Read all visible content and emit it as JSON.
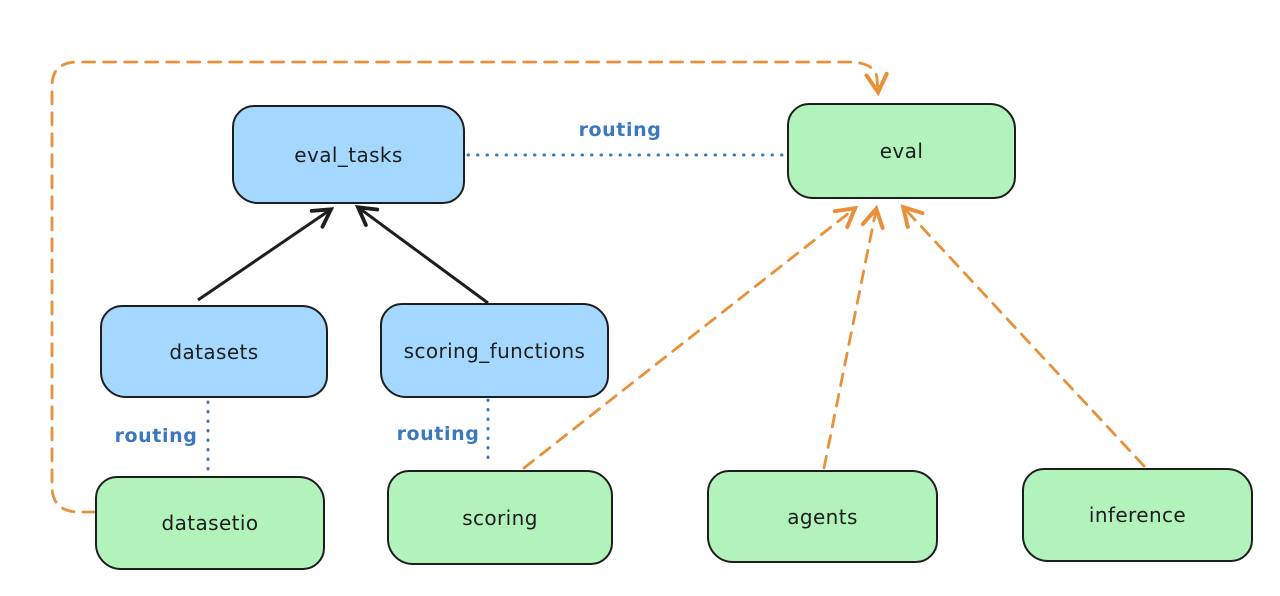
{
  "diagram": {
    "type": "flow-diagram",
    "nodes": [
      {
        "id": "eval_tasks",
        "label": "eval_tasks",
        "color": "blue"
      },
      {
        "id": "eval",
        "label": "eval",
        "color": "green"
      },
      {
        "id": "datasets",
        "label": "datasets",
        "color": "blue"
      },
      {
        "id": "scoring_functions",
        "label": "scoring_functions",
        "color": "blue"
      },
      {
        "id": "datasetio",
        "label": "datasetio",
        "color": "green"
      },
      {
        "id": "scoring",
        "label": "scoring",
        "color": "green"
      },
      {
        "id": "agents",
        "label": "agents",
        "color": "green"
      },
      {
        "id": "inference",
        "label": "inference",
        "color": "green"
      }
    ],
    "edge_labels": [
      {
        "text": "routing"
      },
      {
        "text": "routing"
      },
      {
        "text": "routing"
      }
    ],
    "edges": [
      {
        "from": "datasets",
        "to": "eval_tasks",
        "style": "solid-black-arrow"
      },
      {
        "from": "scoring_functions",
        "to": "eval_tasks",
        "style": "solid-black-arrow"
      },
      {
        "from": "eval_tasks",
        "to": "eval",
        "style": "dotted-blue",
        "label": "routing"
      },
      {
        "from": "datasets",
        "to": "datasetio",
        "style": "dotted-blue",
        "label": "routing"
      },
      {
        "from": "scoring_functions",
        "to": "scoring",
        "style": "dotted-blue",
        "label": "routing"
      },
      {
        "from": "datasetio",
        "to": "eval",
        "style": "dashed-orange-arrow"
      },
      {
        "from": "scoring",
        "to": "eval",
        "style": "dashed-orange-arrow"
      },
      {
        "from": "agents",
        "to": "eval",
        "style": "dashed-orange-arrow"
      },
      {
        "from": "inference",
        "to": "eval",
        "style": "dashed-orange-arrow"
      }
    ],
    "colors": {
      "blue_node_fill": "#a5d8ff",
      "green_node_fill": "#b2f2bb",
      "node_stroke": "#1e1e1e",
      "orange_edge": "#e8913a",
      "blue_edge": "#3b78c0",
      "background": "#ffffff"
    }
  }
}
